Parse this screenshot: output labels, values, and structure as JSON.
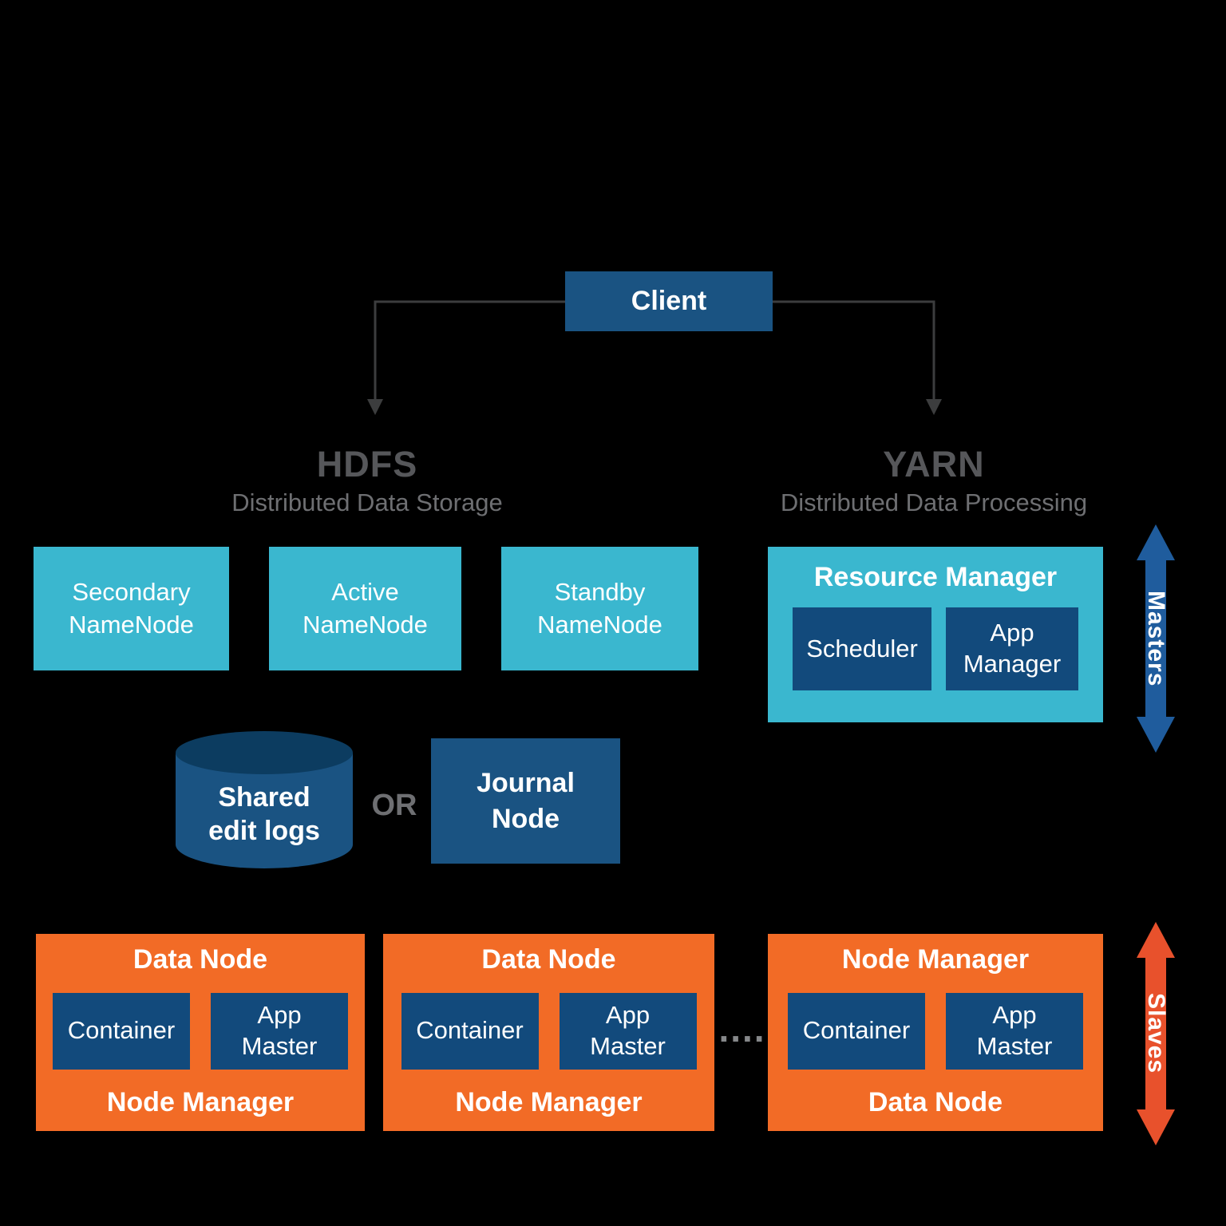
{
  "colors": {
    "background": "#000000",
    "dark_blue": "#1a5382",
    "navy": "#124a7c",
    "cyan": "#3ab7cf",
    "orange": "#f26b26",
    "masters_arrow_blue": "#1f5c9d",
    "slaves_arrow_orange": "#e8512c",
    "cylinder_top": "#0c3c60",
    "heading_gray": "#56575a",
    "subtitle_gray": "#6e6f72",
    "connector_gray": "#3c3d3e"
  },
  "client": {
    "label": "Client"
  },
  "hdfs": {
    "title": "HDFS",
    "subtitle": "Distributed Data Storage",
    "nodes": [
      {
        "lines": [
          "Secondary",
          "NameNode"
        ]
      },
      {
        "lines": [
          "Active",
          "NameNode"
        ]
      },
      {
        "lines": [
          "Standby",
          "NameNode"
        ]
      }
    ],
    "shared_edit_logs": {
      "lines": [
        "Shared",
        "edit logs"
      ]
    },
    "or_label": "OR",
    "journal_node": {
      "lines": [
        "Journal",
        "Node"
      ]
    }
  },
  "yarn": {
    "title": "YARN",
    "subtitle": "Distributed Data Processing",
    "resource_manager": {
      "title": "Resource Manager",
      "scheduler": {
        "label": "Scheduler"
      },
      "app_manager": {
        "lines": [
          "App",
          "Manager"
        ]
      }
    }
  },
  "masters_label": "Masters",
  "slaves_label": "Slaves",
  "slave_nodes": [
    {
      "top_label": "Data Node",
      "container": "Container",
      "app_master_lines": [
        "App",
        "Master"
      ],
      "bottom_label": "Node Manager"
    },
    {
      "top_label": "Data Node",
      "container": "Container",
      "app_master_lines": [
        "App",
        "Master"
      ],
      "bottom_label": "Node Manager"
    },
    {
      "top_label": "Node Manager",
      "container": "Container",
      "app_master_lines": [
        "App",
        "Master"
      ],
      "bottom_label": "Data Node"
    }
  ],
  "ellipsis": "...."
}
